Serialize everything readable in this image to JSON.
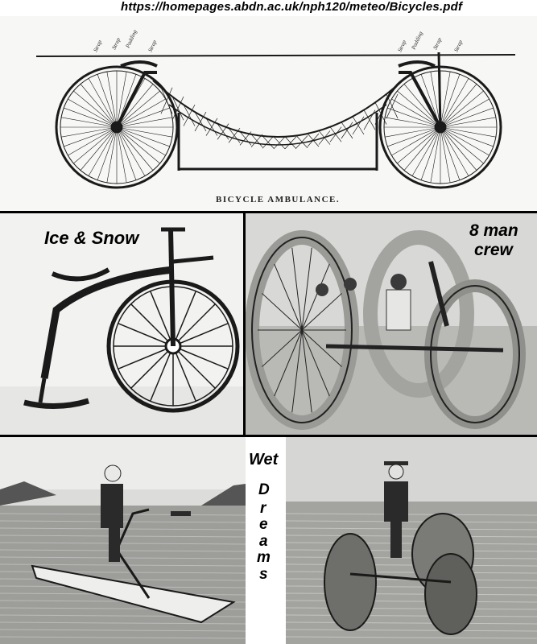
{
  "source_url": "https://homepages.abdn.ac.uk/nph120/meteo/Bicycles.pdf",
  "panels": {
    "ambulance": {
      "caption": "BICYCLE AMBULANCE.",
      "strap_labels": [
        "Strap",
        "Strap",
        "Padding",
        "Strap",
        "Strap",
        "Padding",
        "Strap",
        "Strap"
      ]
    },
    "ice_snow": {
      "label": "Ice & Snow"
    },
    "crew": {
      "label_line1": "8 man",
      "label_line2": "crew"
    },
    "wet": {
      "label_top": "Wet",
      "letters": [
        "D",
        "r",
        "e",
        "a",
        "m",
        "s"
      ]
    }
  },
  "colors": {
    "paper": "#f4f4f2",
    "ink": "#1a1a1a",
    "water": "#8e8e8e",
    "photo_bg": "#c9c9c7"
  }
}
